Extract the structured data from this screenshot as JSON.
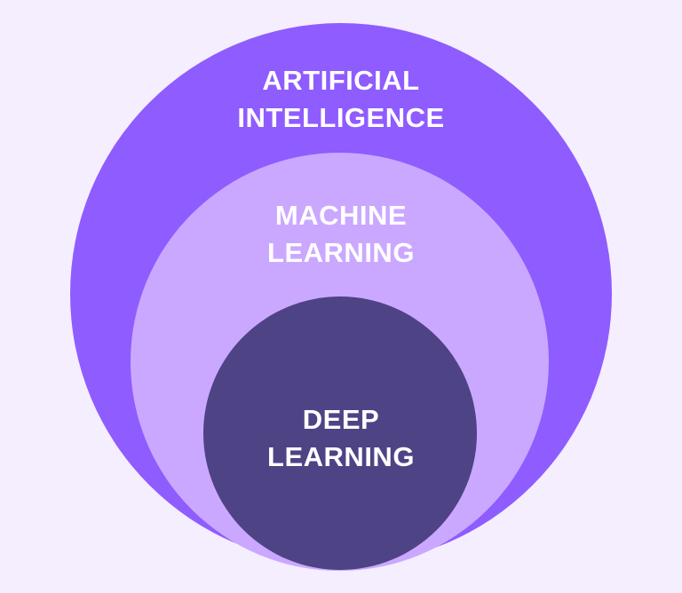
{
  "diagram": {
    "colors": {
      "background": "#f4eeff",
      "outer": "#8f5cff",
      "middle": "#cba8ff",
      "inner": "#4e4385",
      "text": "#ffffff"
    },
    "outer": {
      "line1": "ARTIFICIAL",
      "line2": "INTELLIGENCE"
    },
    "middle": {
      "line1": "MACHINE",
      "line2": "LEARNING"
    },
    "inner": {
      "line1": "DEEP",
      "line2": "LEARNING"
    }
  }
}
